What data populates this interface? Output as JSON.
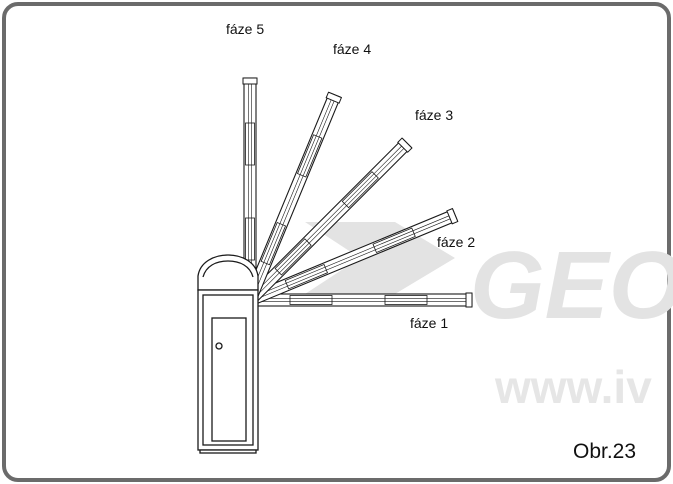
{
  "figure": {
    "label": "Obr.23"
  },
  "phases": [
    {
      "id": 1,
      "label": "fáze 1",
      "angle_deg": 0
    },
    {
      "id": 2,
      "label": "fáze 2",
      "angle_deg": 22.5
    },
    {
      "id": 3,
      "label": "fáze 3",
      "angle_deg": 45
    },
    {
      "id": 4,
      "label": "fáze 4",
      "angle_deg": 67.5
    },
    {
      "id": 5,
      "label": "fáze 5",
      "angle_deg": 90
    }
  ],
  "watermark": {
    "logo_text": "GEO",
    "url_text": "www.iv"
  },
  "colors": {
    "frame": "#6b6b6b",
    "line": "#1a1a1a",
    "watermark": "#e3e3e3"
  }
}
